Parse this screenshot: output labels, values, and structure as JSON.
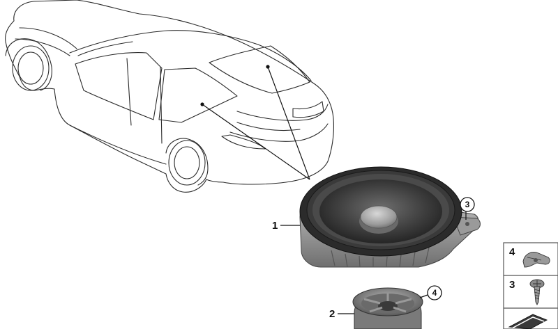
{
  "callouts": {
    "speaker_main": "1",
    "tweeter": "2",
    "screw_circle": "3",
    "clip_circle": "4"
  },
  "side_panel": {
    "items": [
      {
        "number": "4",
        "icon": "clip-nut-icon"
      },
      {
        "number": "3",
        "icon": "screw-icon"
      },
      {
        "number": "",
        "icon": "bracket-icon"
      }
    ]
  },
  "colors": {
    "line": "#2a2a2a",
    "speaker_dark": "#2b2b2b",
    "speaker_frame": "#8f8f8f",
    "panel_border": "#555555"
  }
}
